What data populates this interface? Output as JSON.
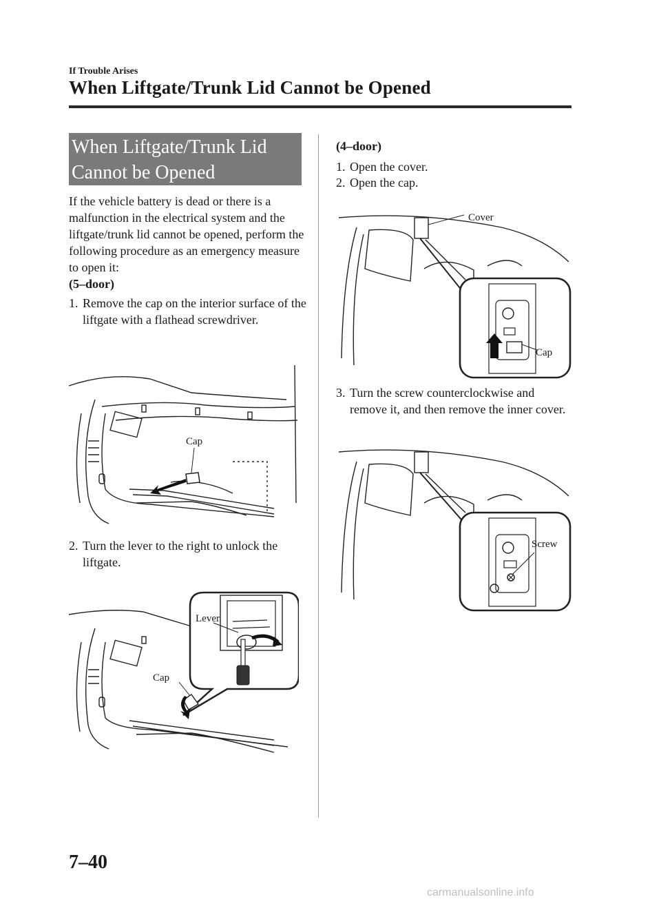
{
  "header": {
    "section": "If Trouble Arises",
    "title": "When Liftgate/Trunk Lid Cannot be Opened"
  },
  "left": {
    "heading_line1": "When Liftgate/Trunk Lid",
    "heading_line2": "Cannot be Opened",
    "intro": "If the vehicle battery is dead or there is a malfunction in the electrical system and the liftgate/trunk lid cannot be opened, perform the following procedure as an emergency measure to open it:",
    "subheading": "(5–door)",
    "steps": [
      {
        "num": "1.",
        "text": "Remove the cap on the interior surface of the liftgate with a flathead screwdriver."
      },
      {
        "num": "2.",
        "text": "Turn the lever to the right to unlock the liftgate."
      }
    ],
    "fig1": {
      "cap": "Cap"
    },
    "fig2": {
      "lever": "Lever",
      "cap": "Cap"
    }
  },
  "right": {
    "subheading": "(4–door)",
    "steps": [
      {
        "num": "1.",
        "text": "Open the cover."
      },
      {
        "num": "2.",
        "text": "Open the cap."
      },
      {
        "num": "3.",
        "text": "Turn the screw counterclockwise and remove it, and then remove the inner cover."
      }
    ],
    "fig3": {
      "cover": "Cover",
      "cap": "Cap"
    },
    "fig4": {
      "screw": "Screw"
    }
  },
  "footer": {
    "page_number": "7–40",
    "watermark": "carmanualsonline.info"
  }
}
